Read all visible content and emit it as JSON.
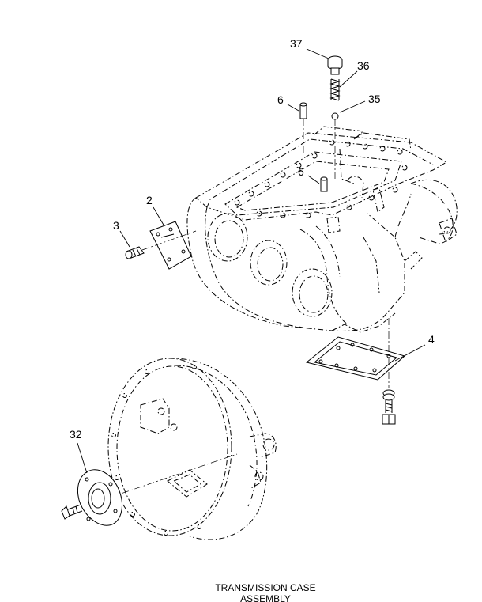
{
  "callouts": {
    "c37": "37",
    "c36": "36",
    "c35": "35",
    "c6a": "6",
    "c6b": "6",
    "c2": "2",
    "c3": "3",
    "c4": "4",
    "c32": "32"
  },
  "caption": {
    "line1": "TRANSMISSION CASE",
    "line2": "ASSEMBLY"
  }
}
